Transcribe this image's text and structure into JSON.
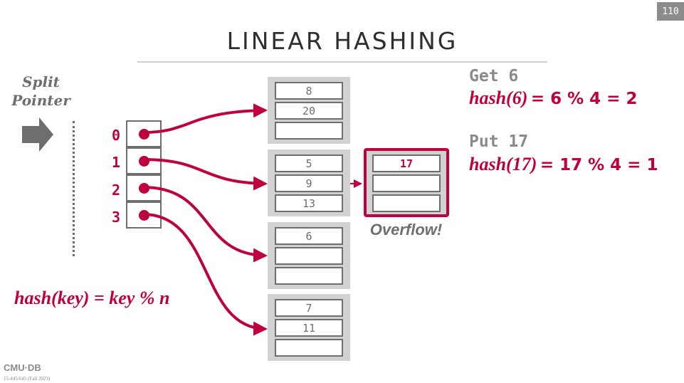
{
  "slide": {
    "page_number": "110",
    "title": "LINEAR HASHING",
    "split_pointer_label_line1": "Split",
    "split_pointer_label_line2": "Pointer"
  },
  "directory": {
    "slots": [
      {
        "index": "0",
        "points_to_bucket": 0
      },
      {
        "index": "1",
        "points_to_bucket": 1
      },
      {
        "index": "2",
        "points_to_bucket": 2
      },
      {
        "index": "3",
        "points_to_bucket": 3
      }
    ]
  },
  "buckets": [
    {
      "cells": [
        "8",
        "20",
        ""
      ]
    },
    {
      "cells": [
        "5",
        "9",
        "13"
      ]
    },
    {
      "cells": [
        "6",
        "",
        ""
      ]
    },
    {
      "cells": [
        "7",
        "11",
        ""
      ]
    }
  ],
  "overflow": {
    "cells": [
      "17",
      "",
      ""
    ],
    "label": "Overflow!"
  },
  "operations": {
    "get": {
      "title": "Get 6",
      "func": "hash(6)",
      "expr": "=  6 % 4 = 2"
    },
    "put": {
      "title": "Put 17",
      "func": "hash(17)",
      "expr": "=  17 % 4 = 1"
    }
  },
  "formula": "hash(key) = key % n",
  "footer": {
    "logo": "CMU·DB",
    "course": "15-445/645 (Fall 2023)"
  },
  "colors": {
    "accent": "#c0003c",
    "gray_text": "#6e6e6e",
    "bucket_bg": "#d2d2d2"
  }
}
